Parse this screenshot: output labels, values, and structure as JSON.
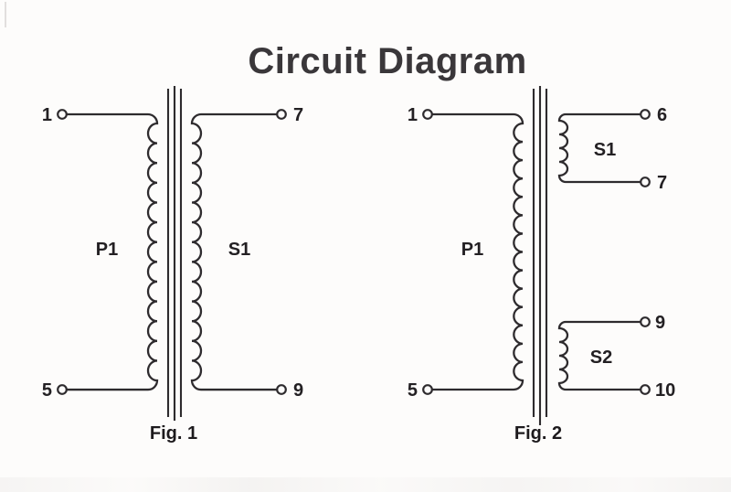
{
  "title": "Circuit Diagram",
  "colors": {
    "line": "#2e2b2e",
    "label": "#232023",
    "title": "#3a373a",
    "background": "#fdfcfb"
  },
  "fig1": {
    "caption": "Fig. 1",
    "windings": {
      "primary": {
        "label": "P1",
        "terminal_top": "1",
        "terminal_bottom": "5"
      },
      "secondary": {
        "label": "S1",
        "terminal_top": "7",
        "terminal_bottom": "9"
      }
    }
  },
  "fig2": {
    "caption": "Fig. 2",
    "windings": {
      "primary": {
        "label": "P1",
        "terminal_top": "1",
        "terminal_bottom": "5"
      },
      "secondary1": {
        "label": "S1",
        "terminal_top": "6",
        "terminal_bottom": "7"
      },
      "secondary2": {
        "label": "S2",
        "terminal_top": "9",
        "terminal_bottom": "10"
      }
    }
  }
}
